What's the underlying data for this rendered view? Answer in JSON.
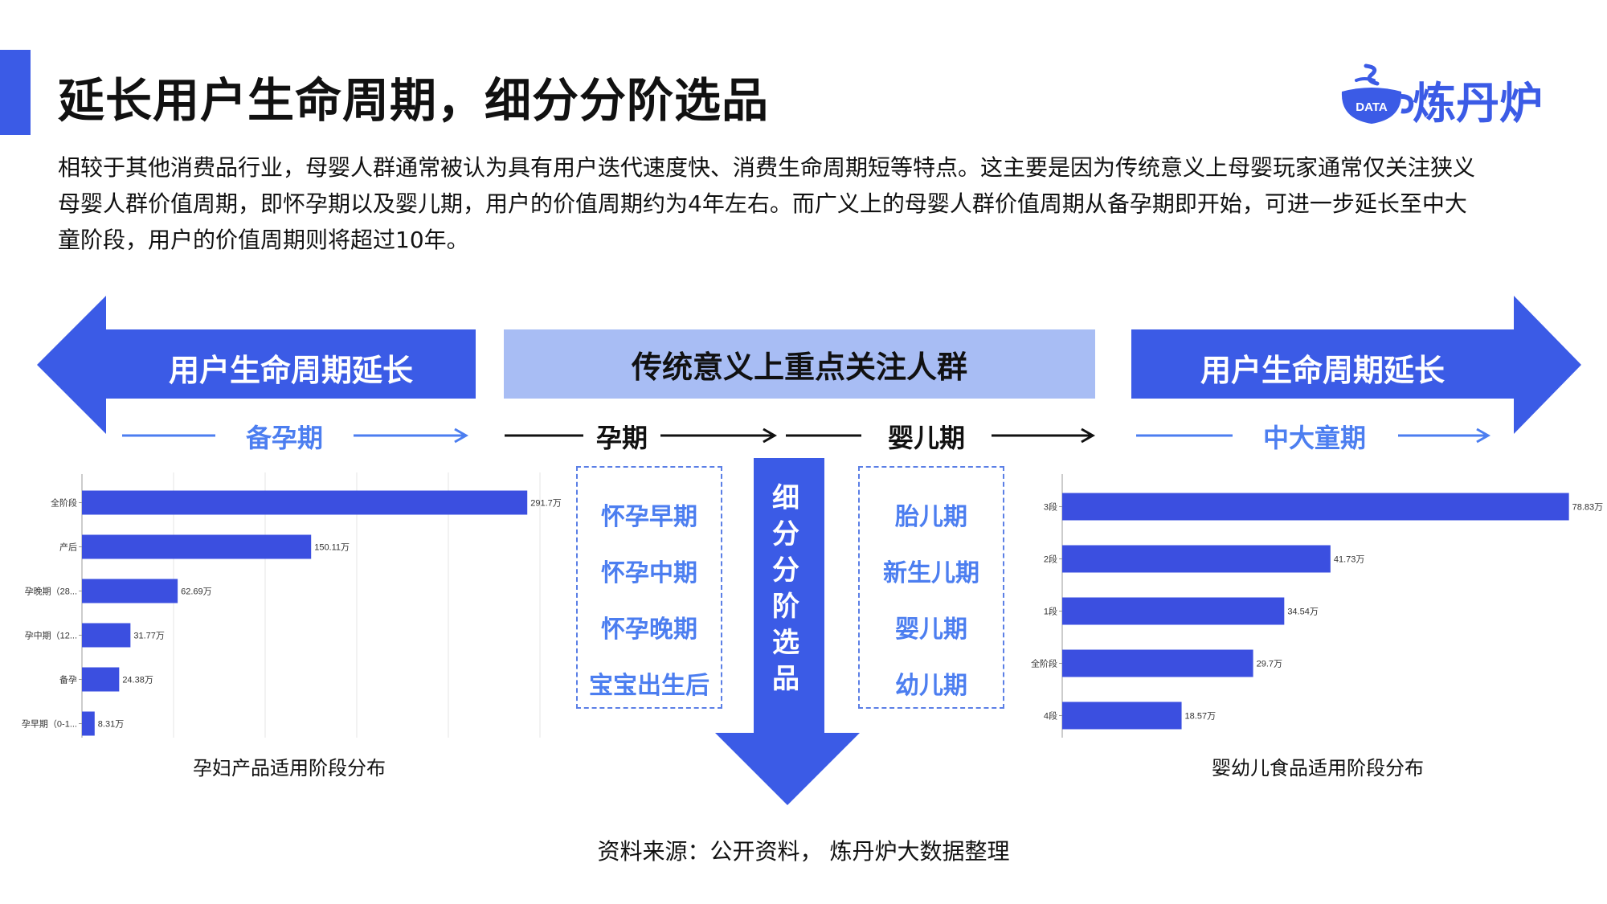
{
  "title": "延长用户生命周期，细分分阶选品",
  "logo": {
    "badge": "DATA",
    "name": "炼丹炉"
  },
  "paragraph": "相较于其他消费品行业，母婴人群通常被认为具有用户迭代速度快、消费生命周期短等特点。这主要是因为传统意义上母婴玩家通常仅关注狭义母婴人群价值周期，即怀孕期以及婴儿期，用户的价值周期约为4年左右。而广义上的母婴人群价值周期从备孕期即开始，可进一步延长至中大童阶段，用户的价值周期则将超过10年。",
  "band": {
    "left_label": "用户生命周期延长",
    "center_label": "传统意义上重点关注人群",
    "right_label": "用户生命周期延长"
  },
  "phases": {
    "beiyun": "备孕期",
    "yunqi": "孕期",
    "yinger": "婴儿期",
    "zhongda": "中大童期"
  },
  "pregnancy_box": [
    "怀孕早期",
    "怀孕中期",
    "怀孕晚期",
    "宝宝出生后"
  ],
  "infant_box": [
    "胎儿期",
    "新生儿期",
    "婴儿期",
    "幼儿期"
  ],
  "down_arrow_label": "细分分阶选品",
  "left_caption": "孕妇产品适用阶段分布",
  "right_caption": "婴幼儿食品适用阶段分布",
  "source": "资料来源：公开资料， 炼丹炉大数据整理",
  "colors": {
    "accent": "#3b5be6",
    "light_band": "#a8bdf4",
    "phase_blue": "#4c7ef0",
    "bar": "#3b4fe0"
  },
  "chart_data": [
    {
      "type": "bar",
      "orientation": "horizontal",
      "categories": [
        "全阶段",
        "产后",
        "孕晚期（28...",
        "孕中期（12...",
        "备孕",
        "孕早期（0-1..."
      ],
      "values": [
        291.7,
        150.11,
        62.69,
        31.77,
        24.38,
        8.31
      ],
      "value_labels": [
        "291.7万",
        "150.11万",
        "62.69万",
        "31.77万",
        "24.38万",
        "8.31万"
      ],
      "xlim": [
        0,
        300
      ],
      "grid": true
    },
    {
      "type": "bar",
      "orientation": "horizontal",
      "categories": [
        "3段",
        "2段",
        "1段",
        "全阶段",
        "4段"
      ],
      "values": [
        78.83,
        41.73,
        34.54,
        29.7,
        18.57
      ],
      "value_labels": [
        "78.83万",
        "41.73万",
        "34.54万",
        "29.7万",
        "18.57万"
      ],
      "xlim": [
        0,
        80
      ],
      "grid": false
    }
  ]
}
